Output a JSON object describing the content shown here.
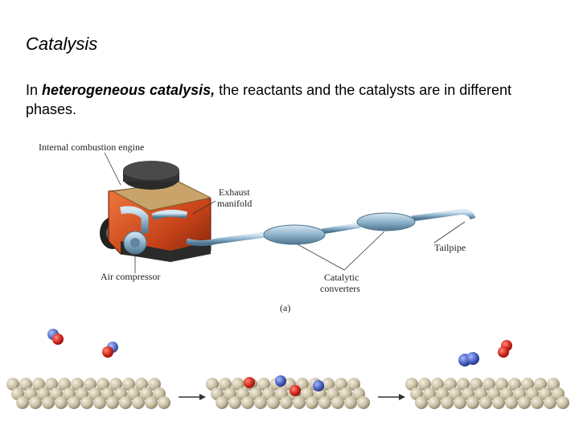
{
  "slide": {
    "title": "Catalysis",
    "sentence_before": "In ",
    "sentence_emphasis": "heterogeneous catalysis,",
    "sentence_after": " the reactants and the catalysts are in different phases."
  },
  "figure_a": {
    "labels": {
      "engine": "Internal combustion engine",
      "exhaust_line1": "Exhaust",
      "exhaust_line2": "manifold",
      "tailpipe": "Tailpipe",
      "air_compressor": "Air compressor",
      "converters_line1": "Catalytic",
      "converters_line2": "converters",
      "caption": "(a)"
    }
  },
  "colors": {
    "engine_orange": "#c8441a",
    "pipe_blue": "#8eb3cc",
    "surface_atom": "#c9bfa4",
    "oxygen_red": "#d42a1f",
    "carbon_blue": "#4a63c4"
  }
}
